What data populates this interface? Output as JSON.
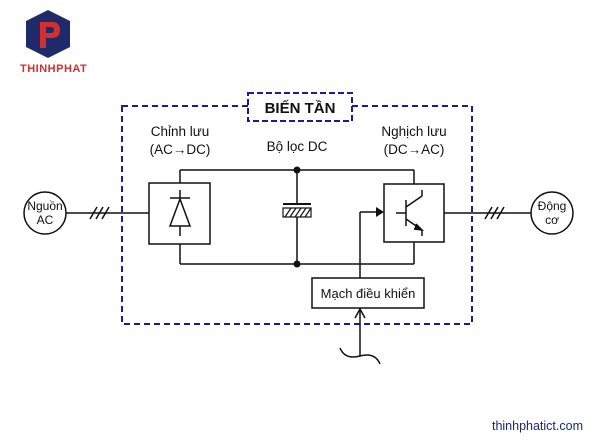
{
  "brand": {
    "name": "THINHPHAT",
    "website": "thinhphatict.com",
    "colors": {
      "primary": "#1f2a6b",
      "accent": "#d32f2f"
    }
  },
  "diagram": {
    "title": "BIẾN TẦN",
    "source": {
      "line1": "Nguồn",
      "line2": "AC"
    },
    "rectifier": {
      "line1": "Chỉnh lưu",
      "line2": "(AC→DC)"
    },
    "dc_filter": {
      "label": "Bộ lọc DC"
    },
    "inverter": {
      "line1": "Nghịch lưu",
      "line2": "(DC→AC)"
    },
    "controller": {
      "label": "Mạch điều khiển"
    },
    "motor": {
      "line1": "Động",
      "line2": "cơ"
    },
    "colors": {
      "boundary": "#1a1aa0",
      "title_box": "#1a1aa0",
      "line": "#111111"
    }
  }
}
